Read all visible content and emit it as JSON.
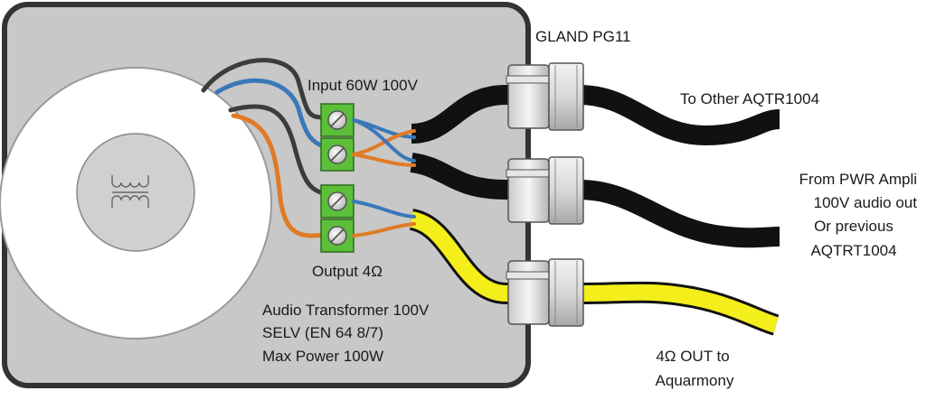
{
  "labels": {
    "gland": "GLAND PG11",
    "input": "Input 60W 100V",
    "output": "Output 4Ω",
    "transformer_line1": "Audio Transformer 100V",
    "transformer_line2": "SELV (EN 64 8/7)",
    "transformer_line3": "Max Power 100W",
    "to_other": "To Other AQTR1004",
    "from_line1": "From PWR Ampli",
    "from_line2": "100V audio out",
    "from_line3": "Or previous",
    "from_line4": "AQTRT1004",
    "out_line1": "4Ω OUT to",
    "out_line2": "Aquarmony"
  },
  "colors": {
    "enclosure_fill": "#c8c8c8",
    "enclosure_stroke": "#333333",
    "terminal_green": "#5bbf3a",
    "wire_blue": "#3a78b8",
    "wire_orange": "#e07a26",
    "wire_dark": "#3c3c3c",
    "cable_black": "#111111",
    "cable_yellow": "#f4ee1a"
  },
  "icons": {
    "transformer": "transformer-symbol-icon",
    "terminal_screw": "screw-icon",
    "gland": "cable-gland-icon"
  }
}
